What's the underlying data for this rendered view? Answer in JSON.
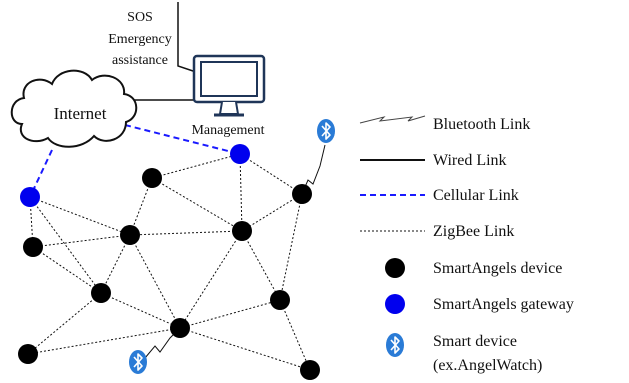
{
  "labels": {
    "sos_line1": "SOS",
    "sos_line2": "Emergency",
    "sos_line3": "assistance",
    "internet": "Internet",
    "management": "Management"
  },
  "legend": {
    "bluetooth": "Bluetooth Link",
    "wired": "Wired Link",
    "cellular": "Cellular Link",
    "zigbee": "ZigBee Link",
    "device": "SmartAngels device",
    "gateway": "SmartAngels gateway",
    "smart_device_line1": "Smart device",
    "smart_device_line2": "(ex.AngelWatch)"
  },
  "colors": {
    "device": "#000000",
    "gateway": "#0000ee",
    "cellular": "#1a1aff",
    "bluetooth_badge": "#2a7bd6",
    "monitor": "#1f3558"
  },
  "icons": {
    "cloud": "cloud-icon",
    "computer": "computer-monitor-icon",
    "bluetooth": "bluetooth-icon"
  }
}
